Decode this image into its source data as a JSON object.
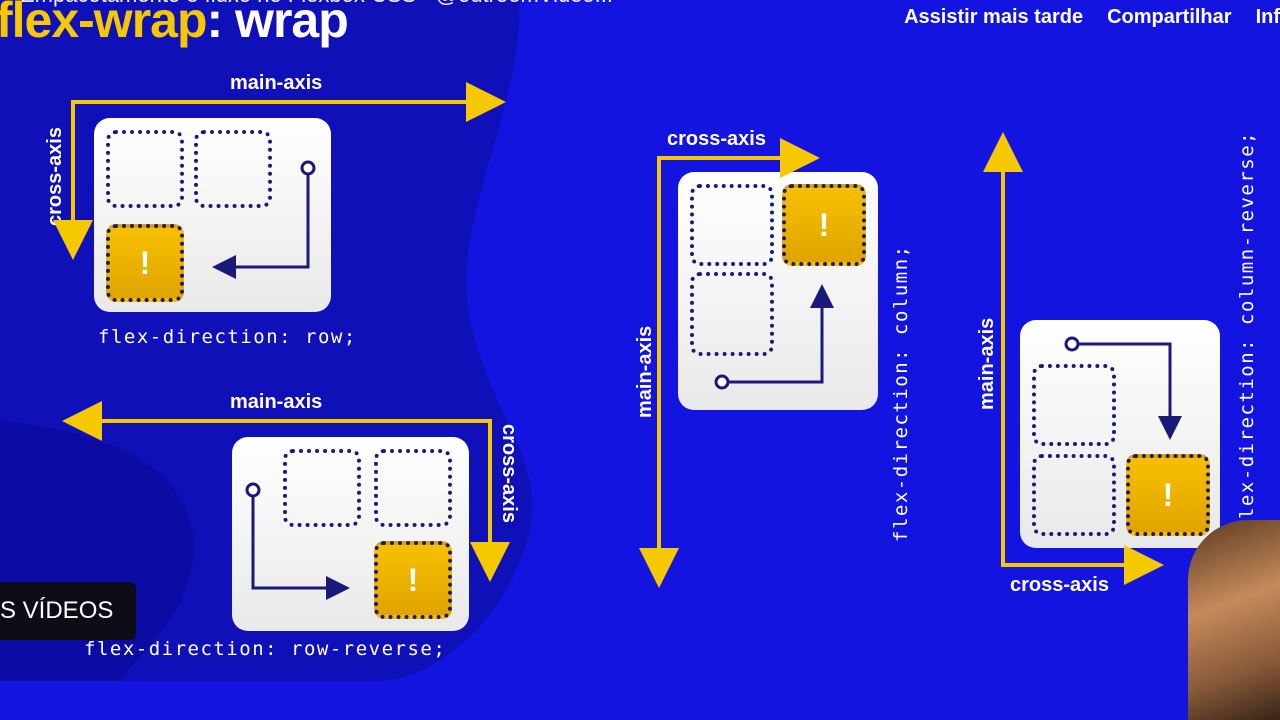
{
  "video": {
    "title_partial": "Empacotamento e fluxo no Flexbox CSS - @outroemVideo...",
    "heading_accent": "flex-wrap",
    "heading_rest": ": wrap"
  },
  "yt_actions": {
    "watch_later": "Assistir mais tarde",
    "share": "Compartilhar",
    "info": "Inf"
  },
  "overlay_button": {
    "label": "S VÍDEOS"
  },
  "diagrams": {
    "row": {
      "code": "flex-direction: row;",
      "main_axis": "main-axis",
      "cross_axis": "cross-axis",
      "warn": "!"
    },
    "row_reverse": {
      "code": "flex-direction: row-reverse;",
      "main_axis": "main-axis",
      "cross_axis": "cross-axis",
      "warn": "!"
    },
    "column": {
      "code": "flex-direction: column;",
      "main_axis": "main-axis",
      "cross_axis": "cross-axis",
      "warn": "!"
    },
    "column_reverse": {
      "code": "flex-direction: column-reverse;",
      "main_axis": "main-axis",
      "cross_axis": "cross-axis",
      "warn": "!"
    }
  },
  "colors": {
    "background": "#1414e0",
    "accent_yellow": "#f5c800",
    "navy": "#1a1a7a"
  }
}
